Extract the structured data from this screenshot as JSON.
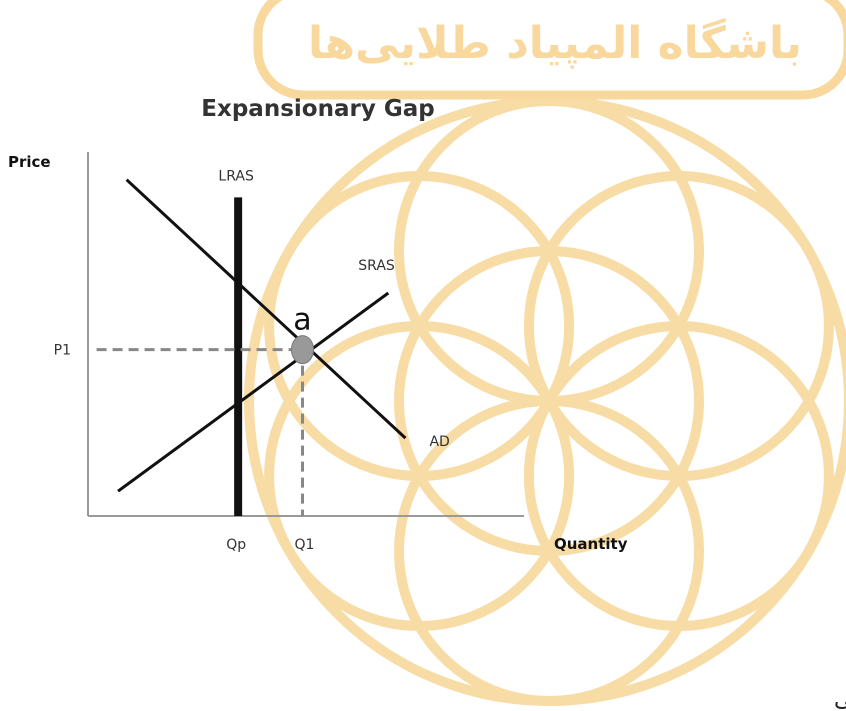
{
  "watermark": {
    "text": "باشگاه المپیاد طلایی‌ها",
    "color": "#f7d28b",
    "corner_text": "لی"
  },
  "chart_data": {
    "type": "line",
    "title": "Expansionary Gap",
    "xlabel": "Quantity",
    "ylabel": "Price",
    "grid": false,
    "legend": "none",
    "xlim": [
      0,
      10
    ],
    "ylim": [
      0,
      10
    ],
    "series": [
      {
        "name": "LRAS",
        "x": [
          3.5,
          3.5
        ],
        "y": [
          0,
          9.0
        ]
      },
      {
        "name": "SRAS",
        "x": [
          0.7,
          7.0
        ],
        "y": [
          0.7,
          6.3
        ]
      },
      {
        "name": "AD",
        "x": [
          0.9,
          7.4
        ],
        "y": [
          9.5,
          2.2
        ]
      }
    ],
    "point": {
      "label": "a",
      "x": 5.0,
      "y": 4.7
    },
    "guides": {
      "price_label": "P1",
      "quantity_label": "Q1",
      "potential_label": "Qp"
    }
  }
}
